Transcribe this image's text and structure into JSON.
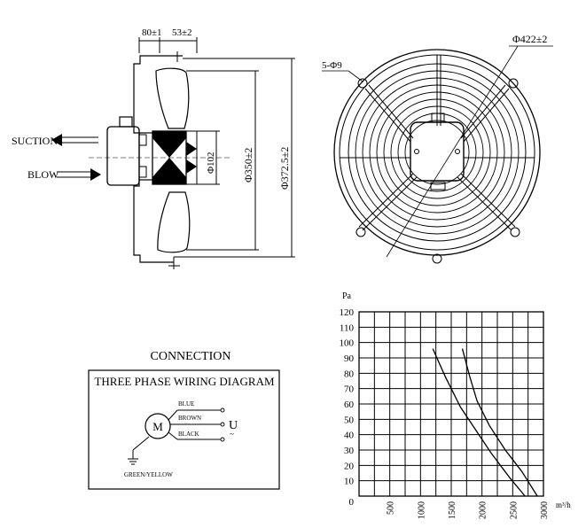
{
  "side_view": {
    "dim_width_80": "80±1",
    "dim_width_53": "53±2",
    "dim_hub_diameter": "Φ102",
    "dim_blade_diameter": "Φ350±2",
    "dim_ring_diameter": "Φ372.5±2",
    "label_suction": "SUCTION",
    "label_blow": "BLOW"
  },
  "front_view": {
    "dim_outer_diameter": "Φ422±2",
    "dim_holes": "5-Φ9"
  },
  "connection": {
    "title": "CONNECTION",
    "box_title": "THREE PHASE WIRING DIAGRAM",
    "motor_symbol": "M",
    "wire_1": "BLUE",
    "wire_2": "BROWN",
    "wire_3": "BLACK",
    "voltage_symbol": "U",
    "ground_label": "GREEN/YELLOW"
  },
  "chart_data": {
    "type": "line",
    "ylabel": "Pa",
    "xlabel": "m³/h",
    "xlim": [
      0,
      3000
    ],
    "ylim": [
      0,
      120
    ],
    "x_ticks": [
      "500",
      "1000",
      "1500",
      "2000",
      "2500",
      "3000"
    ],
    "y_ticks": [
      "0",
      "10",
      "20",
      "30",
      "40",
      "50",
      "60",
      "70",
      "80",
      "90",
      "100",
      "110",
      "120"
    ],
    "grid": true,
    "series": [
      {
        "points": [
          [
            1200,
            96
          ],
          [
            1400,
            78
          ],
          [
            1650,
            58
          ],
          [
            1900,
            43
          ],
          [
            2150,
            28
          ],
          [
            2450,
            12
          ],
          [
            2700,
            0
          ]
        ]
      },
      {
        "points": [
          [
            1680,
            96
          ],
          [
            1800,
            78
          ],
          [
            1920,
            62
          ],
          [
            2120,
            46
          ],
          [
            2380,
            30
          ],
          [
            2650,
            16
          ],
          [
            2900,
            0
          ]
        ]
      }
    ]
  }
}
